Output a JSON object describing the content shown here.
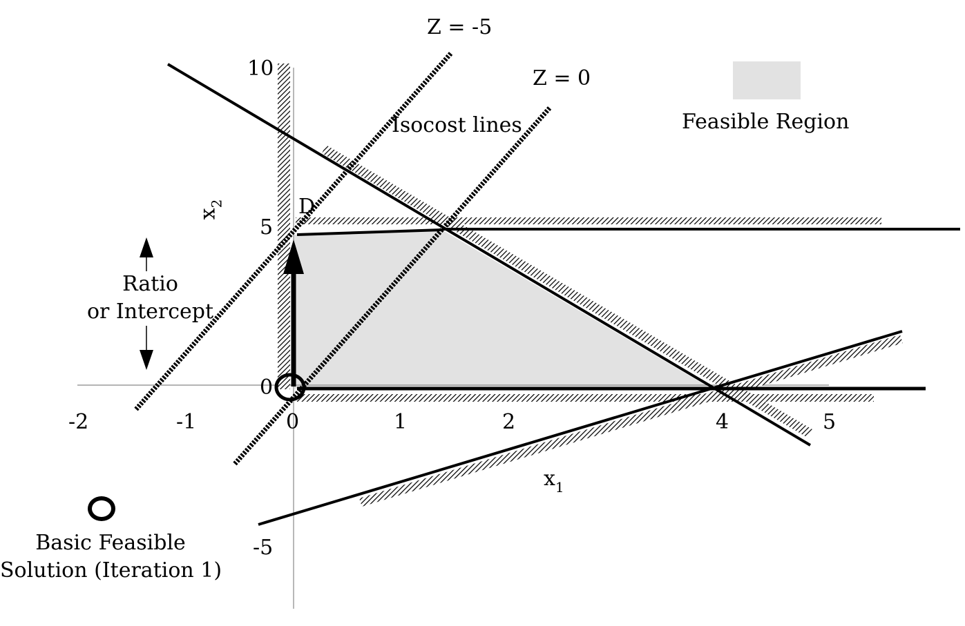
{
  "diagram": {
    "isocost_lines": [
      {
        "label": "Z = -5"
      },
      {
        "label": "Z = 0"
      }
    ],
    "isocost_caption": "Isocost lines",
    "legend": {
      "feasible_region": "Feasible Region",
      "swatch_color": "#e2e2e2",
      "bfs_line1": "Basic Feasible",
      "bfs_line2": "Solution (Iteration 1)"
    },
    "ratio_label_line1": "Ratio",
    "ratio_label_line2": "or Intercept",
    "point_label": "D",
    "axes": {
      "x_label_main": "x",
      "x_label_sub": "1",
      "y_label_main": "x",
      "y_label_sub": "2",
      "x_ticks": [
        "-2",
        "-1",
        "0",
        "1",
        "2",
        "4",
        "5"
      ],
      "y_ticks": [
        "10",
        "5",
        "0",
        "-5"
      ]
    }
  }
}
